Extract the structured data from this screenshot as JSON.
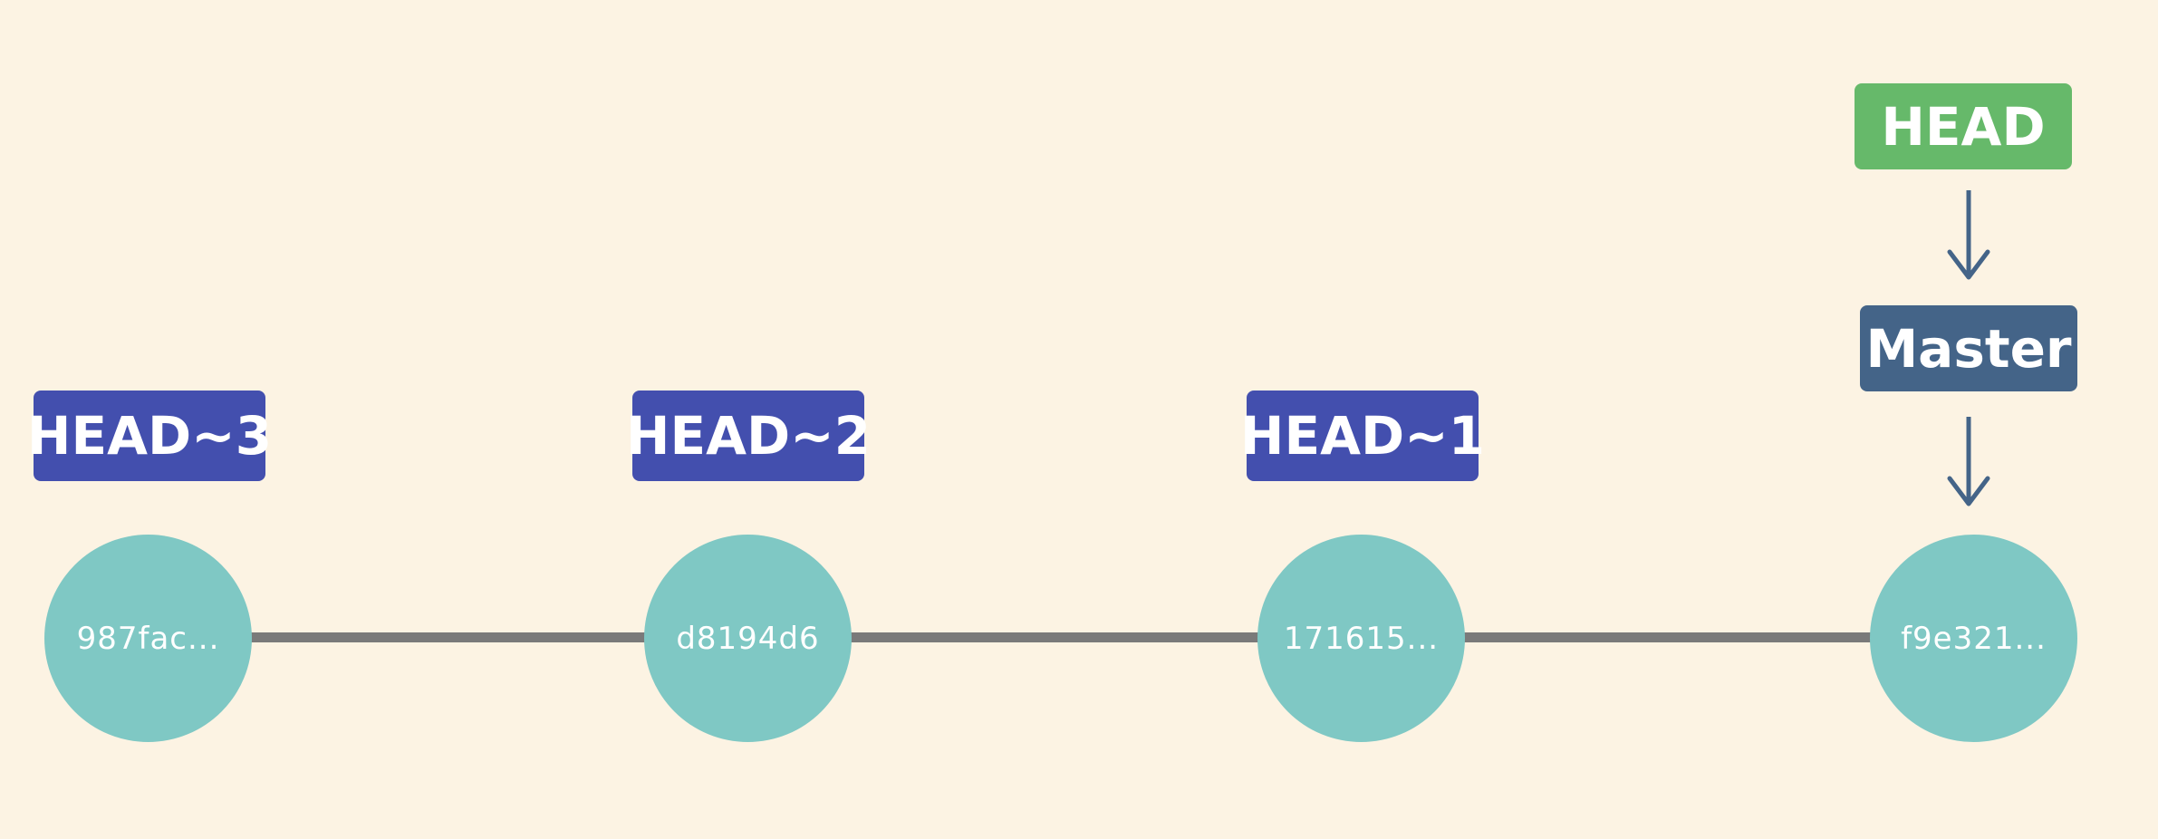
{
  "commits": [
    {
      "hash": "987fac..."
    },
    {
      "hash": "d8194d6"
    },
    {
      "hash": "171615..."
    },
    {
      "hash": "f9e321..."
    }
  ],
  "relative_refs": [
    "HEAD~3",
    "HEAD~2",
    "HEAD~1"
  ],
  "head_label": "HEAD",
  "branch_label": "Master",
  "colors": {
    "background": "#fcf3e3",
    "commit": "#7fc8c4",
    "connector": "#7a7a7a",
    "relative_ref": "#434fae",
    "head": "#66b96a",
    "branch": "#446488",
    "arrow": "#446488"
  }
}
